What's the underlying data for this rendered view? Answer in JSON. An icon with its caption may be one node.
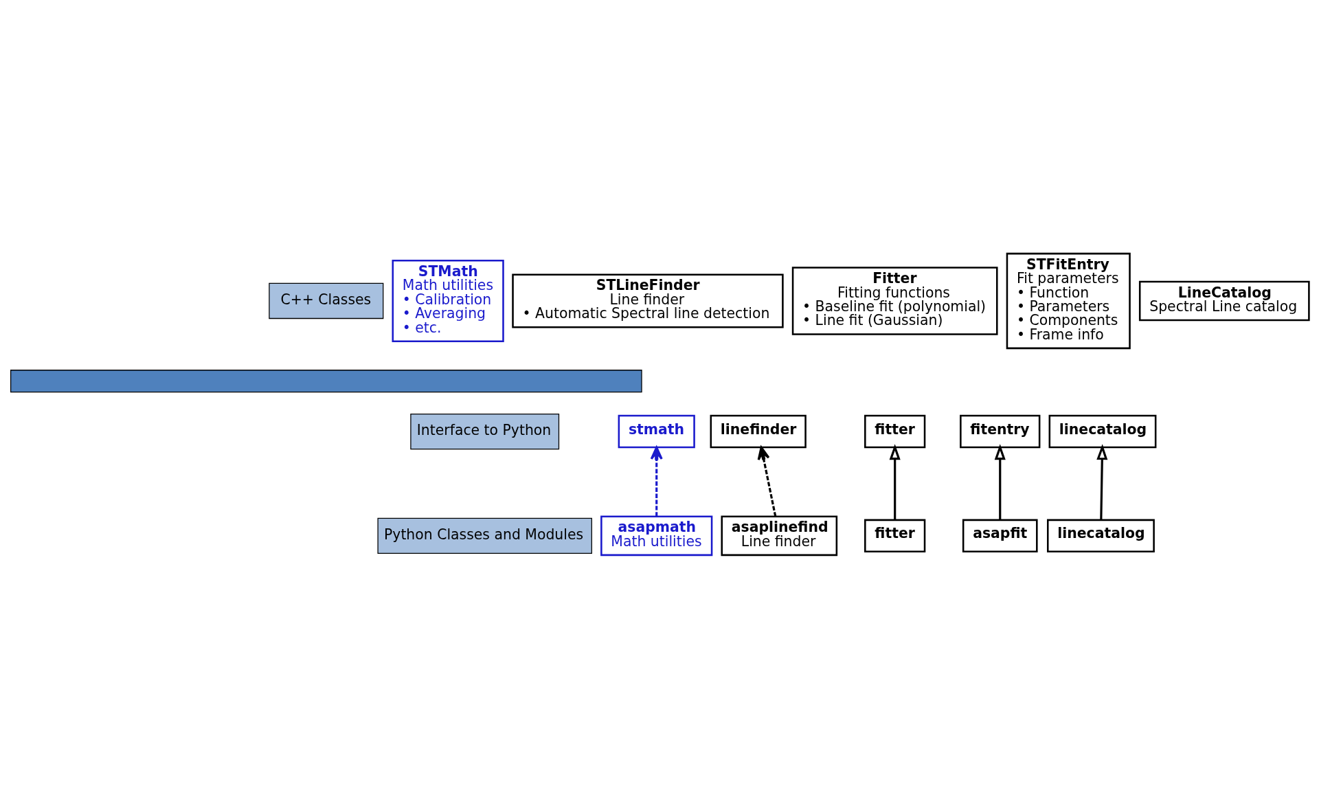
{
  "diagram": {
    "nodes": [
      {
        "text": [
          "C++ Classes"
        ]
      },
      {
        "text": [
          "Interface to Python"
        ]
      },
      {
        "text": [
          "Python Classes and Modules"
        ]
      },
      {
        "text": [],
        "shape": "bar"
      },
      {
        "text": [
          "STMath",
          "Math utilities",
          "• Calibration",
          "• Averaging",
          "• etc."
        ]
      },
      {
        "text": [
          "STLineFinder",
          "Line finder",
          "• Automatic Spectral line detection"
        ]
      },
      {
        "text": [
          "Fitter",
          "Fitting functions",
          "• Baseline fit (polynomial)",
          "• Line fit (Gaussian)"
        ]
      },
      {
        "text": [
          "STFitEntry",
          "Fit parameters",
          "• Function",
          "• Parameters",
          "• Components",
          "• Frame info"
        ]
      },
      {
        "text": [
          "LineCatalog",
          "Spectral Line catalog"
        ]
      },
      {
        "text": [
          "stmath"
        ]
      },
      {
        "text": [
          "linefinder"
        ]
      },
      {
        "text": [
          "fitter"
        ]
      },
      {
        "text": [
          "fitentry"
        ]
      },
      {
        "text": [
          "linecatalog"
        ]
      },
      {
        "text": [
          "asapmath",
          "Math utilities"
        ]
      },
      {
        "text": [
          "asaplinefind",
          "Line finder"
        ]
      },
      {
        "text": [
          "fitter"
        ]
      },
      {
        "text": [
          "asapfit"
        ]
      },
      {
        "text": [
          "linecatalog"
        ]
      }
    ],
    "edges": [
      {
        "from": 14,
        "to": 9,
        "arrow": "to",
        "style": "dashed",
        "color": "#1a1acc"
      },
      {
        "from": 15,
        "to": 10,
        "arrow": "to",
        "style": "dashed"
      },
      {
        "from": 16,
        "to": 11,
        "arrow": "to"
      },
      {
        "from": 17,
        "to": 12,
        "arrow": "to"
      },
      {
        "from": 18,
        "to": 13,
        "arrow": "to"
      }
    ]
  }
}
